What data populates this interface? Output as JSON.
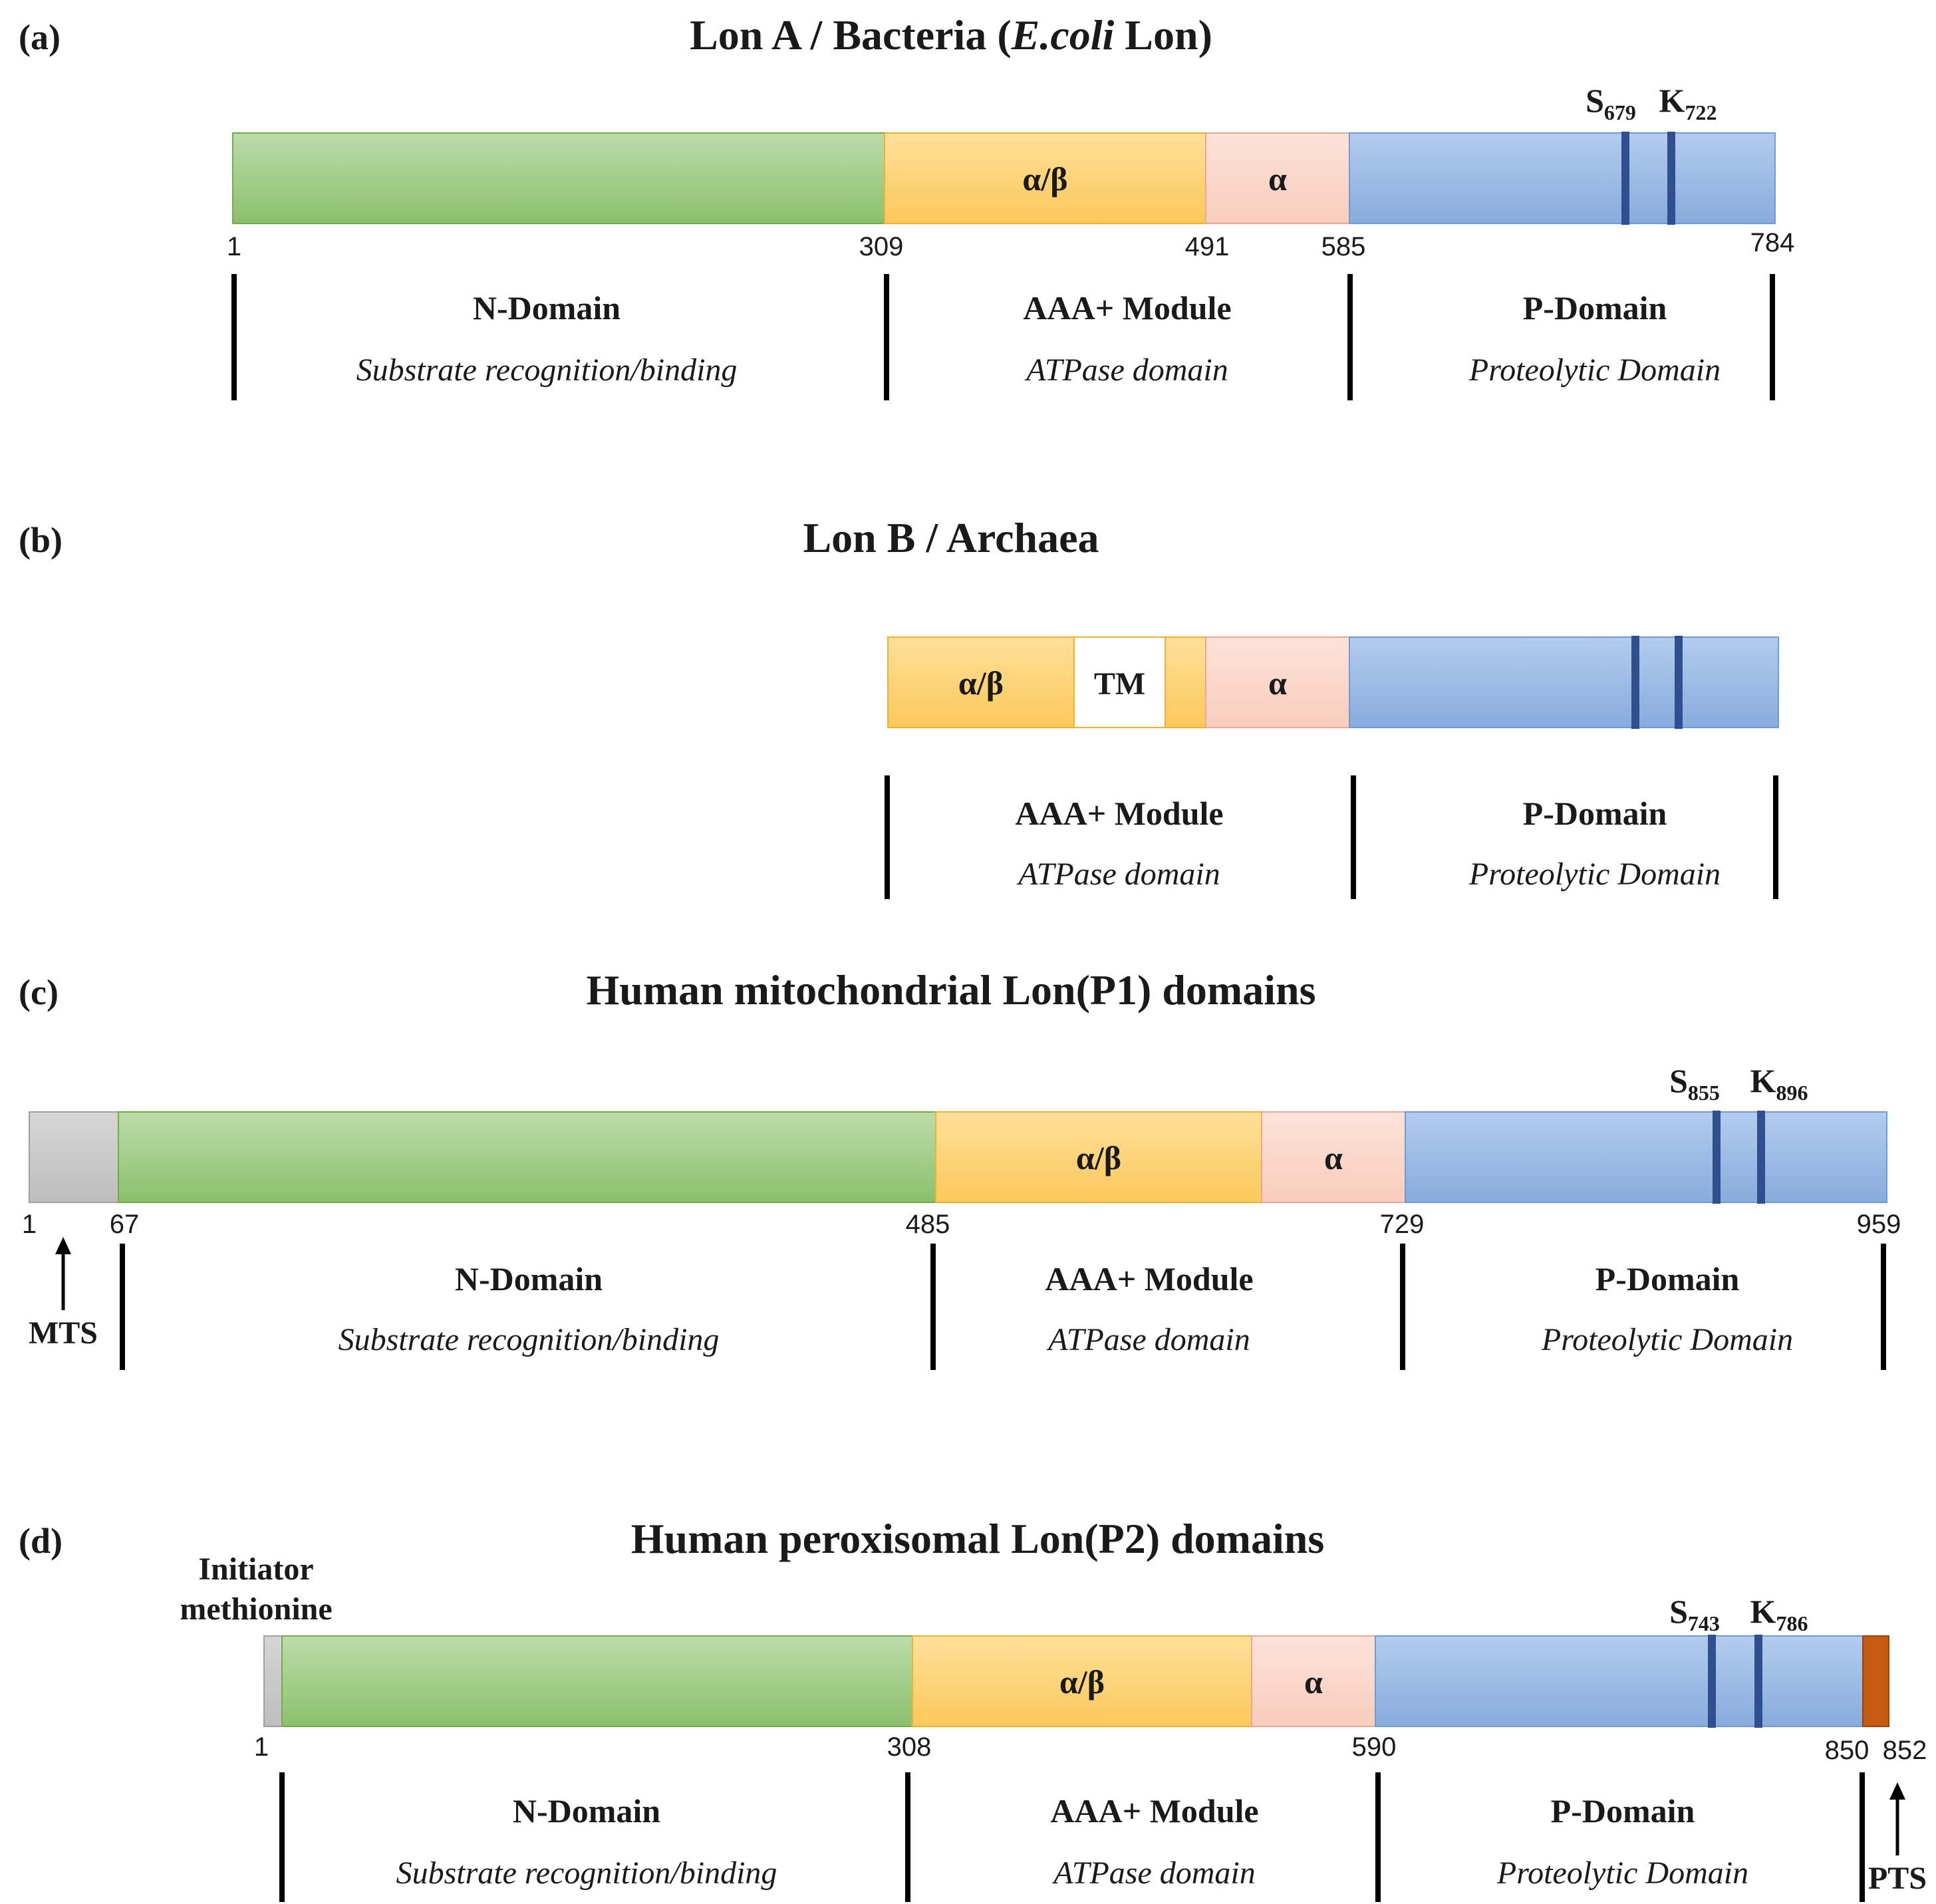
{
  "panels": [
    {
      "id": "a",
      "tag": "(a)",
      "title": [
        "Lon A / Bacteria (",
        "E.coli",
        " Lon)"
      ],
      "segments": [
        {
          "key": "n",
          "label": ""
        },
        {
          "key": "ab",
          "label": "α/β"
        },
        {
          "key": "a",
          "label": "α"
        },
        {
          "key": "p",
          "label": ""
        }
      ],
      "positions": [
        "1",
        "309",
        "491",
        "585",
        "784"
      ],
      "sites": [
        {
          "base": "S",
          "sub": "679"
        },
        {
          "base": "K",
          "sub": "722"
        }
      ],
      "domains": [
        {
          "name": "N-Domain",
          "desc": "Substrate recognition/binding"
        },
        {
          "name": "AAA+ Module",
          "desc": "ATPase domain"
        },
        {
          "name": "P-Domain",
          "desc": "Proteolytic Domain"
        }
      ]
    },
    {
      "id": "b",
      "tag": "(b)",
      "title": [
        "Lon B / Archaea"
      ],
      "segments": [
        {
          "key": "ab",
          "label": "α/β"
        },
        {
          "key": "tm",
          "label": "TM"
        },
        {
          "key": "ab2",
          "label": ""
        },
        {
          "key": "a",
          "label": "α"
        },
        {
          "key": "p",
          "label": ""
        }
      ],
      "positions": [],
      "sites": [],
      "domains": [
        {
          "name": "AAA+ Module",
          "desc": "ATPase domain"
        },
        {
          "name": "P-Domain",
          "desc": "Proteolytic Domain"
        }
      ]
    },
    {
      "id": "c",
      "tag": "(c)",
      "title": [
        "Human mitochondrial Lon(P1) domains"
      ],
      "segments": [
        {
          "key": "mts",
          "label": ""
        },
        {
          "key": "n",
          "label": ""
        },
        {
          "key": "ab",
          "label": "α/β"
        },
        {
          "key": "a",
          "label": "α"
        },
        {
          "key": "p",
          "label": ""
        }
      ],
      "positions": [
        "1",
        "67",
        "485",
        "729",
        "959"
      ],
      "sites": [
        {
          "base": "S",
          "sub": "855"
        },
        {
          "base": "K",
          "sub": "896"
        }
      ],
      "marker": "MTS",
      "domains": [
        {
          "name": "N-Domain",
          "desc": "Substrate recognition/binding"
        },
        {
          "name": "AAA+ Module",
          "desc": "ATPase domain"
        },
        {
          "name": "P-Domain",
          "desc": "Proteolytic Domain"
        }
      ]
    },
    {
      "id": "d",
      "tag": "(d)",
      "title": [
        "Human peroxisomal Lon(P2) domains"
      ],
      "segments": [
        {
          "key": "met",
          "label": ""
        },
        {
          "key": "n",
          "label": ""
        },
        {
          "key": "ab",
          "label": "α/β"
        },
        {
          "key": "a",
          "label": "α"
        },
        {
          "key": "p",
          "label": ""
        },
        {
          "key": "pts",
          "label": ""
        }
      ],
      "positions": [
        "1",
        "308",
        "590",
        "850",
        "852"
      ],
      "sites": [
        {
          "base": "S",
          "sub": "743"
        },
        {
          "base": "K",
          "sub": "786"
        }
      ],
      "note": [
        "Initiator",
        "methionine"
      ],
      "marker": "PTS",
      "domains": [
        {
          "name": "N-Domain",
          "desc": "Substrate recognition/binding"
        },
        {
          "name": "AAA+ Module",
          "desc": "ATPase domain"
        },
        {
          "name": "P-Domain",
          "desc": "Proteolytic Domain"
        }
      ]
    }
  ],
  "colors": {
    "n": "#a9d08e",
    "ab": "#ffd47a",
    "a": "#fbd9cc",
    "p": "#9fbee6",
    "tm": "#ffffff",
    "mts": "#c9c9c9",
    "met": "#c9c9c9",
    "pts": "#c55a11",
    "site": "#2f4f8f"
  }
}
